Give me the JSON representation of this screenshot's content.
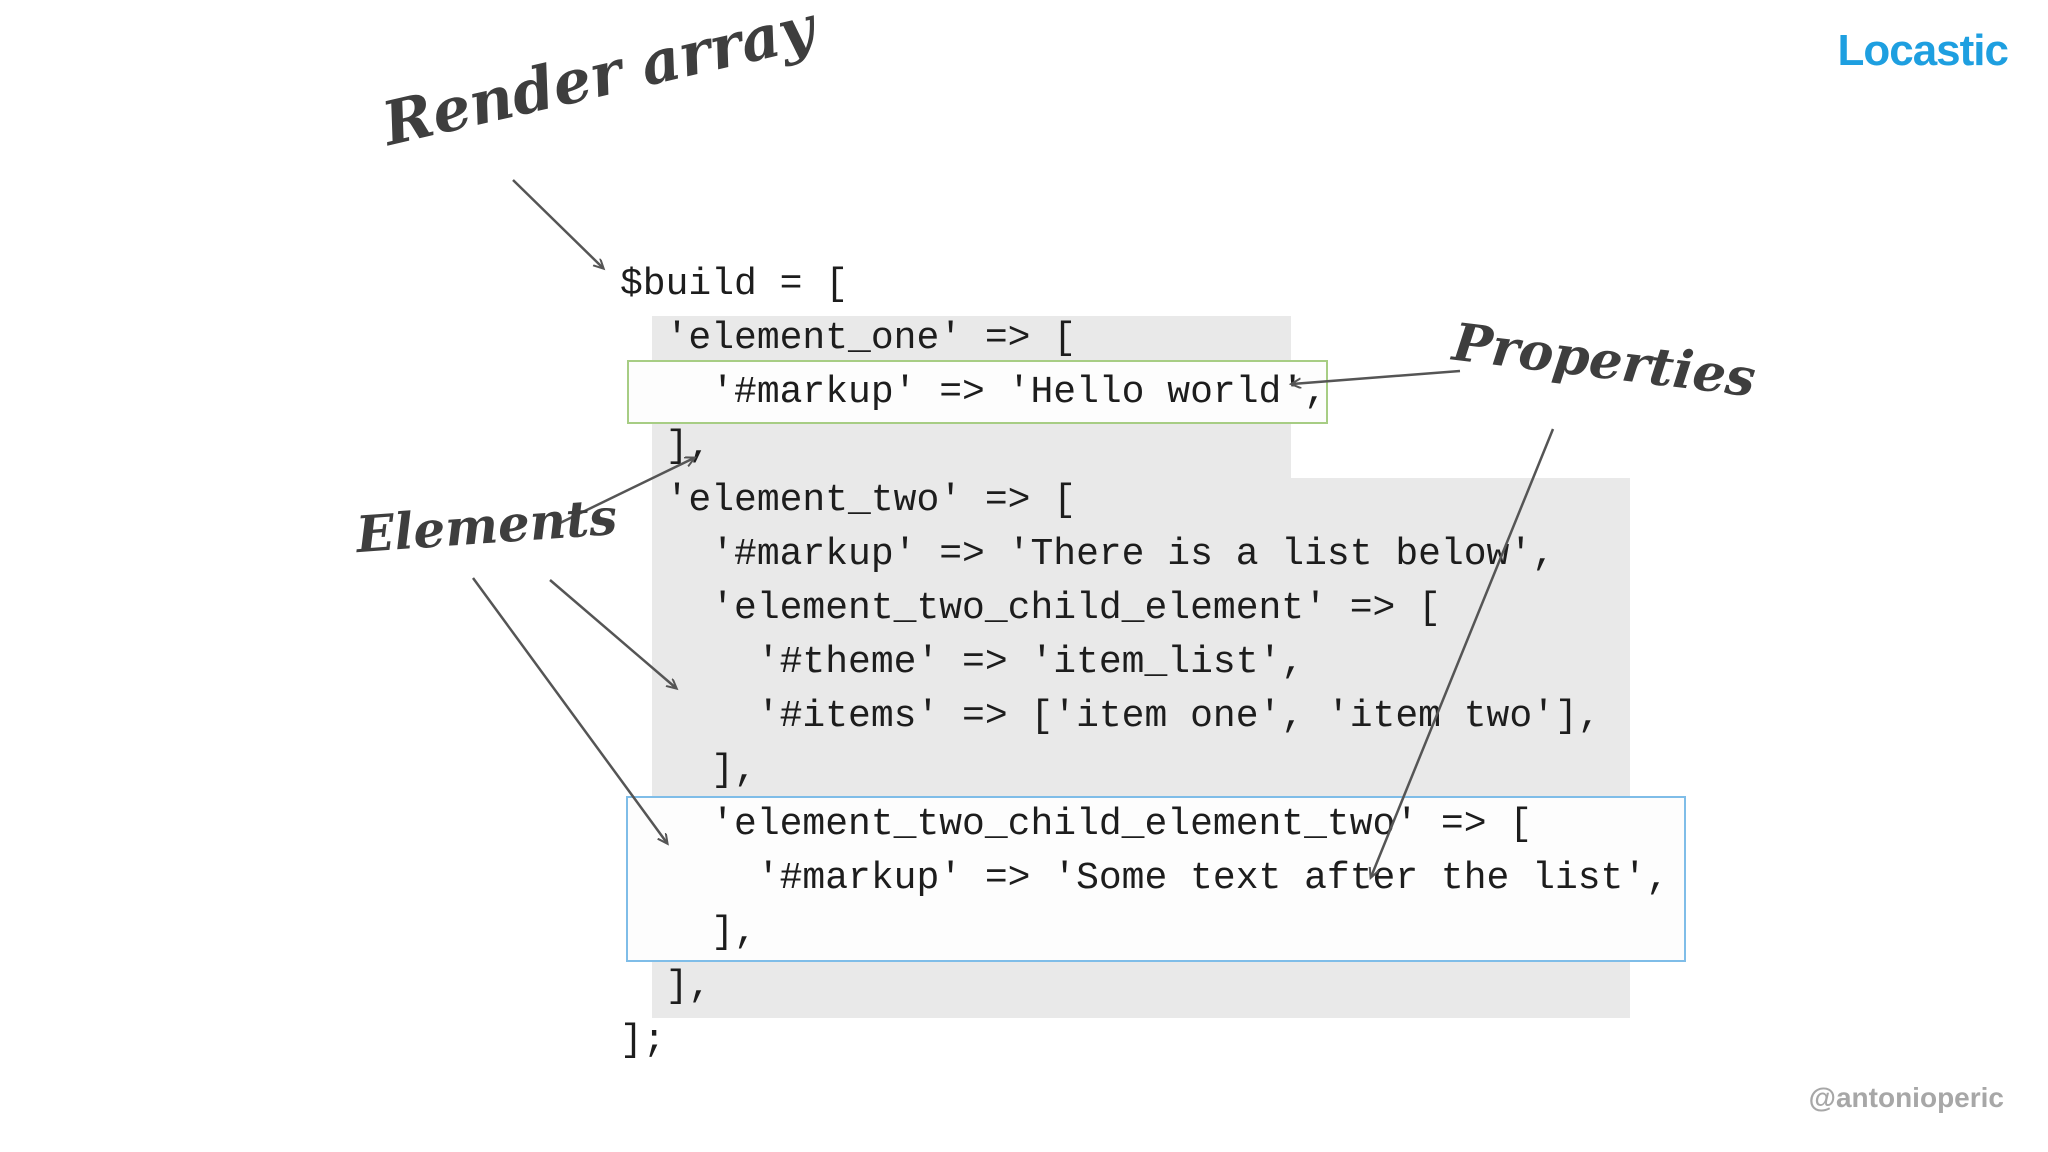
{
  "header": {
    "logo": "Locastic"
  },
  "footer": {
    "handle": "@antonioperic"
  },
  "annotations": {
    "render_array_label": "Render array",
    "elements_label": "Elements",
    "properties_label": "Properties"
  },
  "code": {
    "language": "php",
    "lines": [
      "$build = [",
      "  'element_one' => [",
      "    '#markup' => 'Hello world',",
      "  ],",
      "  'element_two' => [",
      "    '#markup' => 'There is a list below',",
      "    'element_two_child_element' => [",
      "      '#theme' => 'item_list',",
      "      '#items' => ['item one', 'item two'],",
      "    ],",
      "    'element_two_child_element_two' => [",
      "      '#markup' => 'Some text after the list',",
      "    ],",
      "  ],",
      "];"
    ]
  },
  "colors": {
    "brand_blue": "#1e9fe0",
    "code_region_gray": "#e9e9e9",
    "highlight_green_border": "#a7cd84",
    "highlight_blue_border": "#7fbde8",
    "annotation_ink": "#3e3e3e",
    "arrow_ink": "#555555",
    "handle_gray": "#a7a7a7"
  }
}
